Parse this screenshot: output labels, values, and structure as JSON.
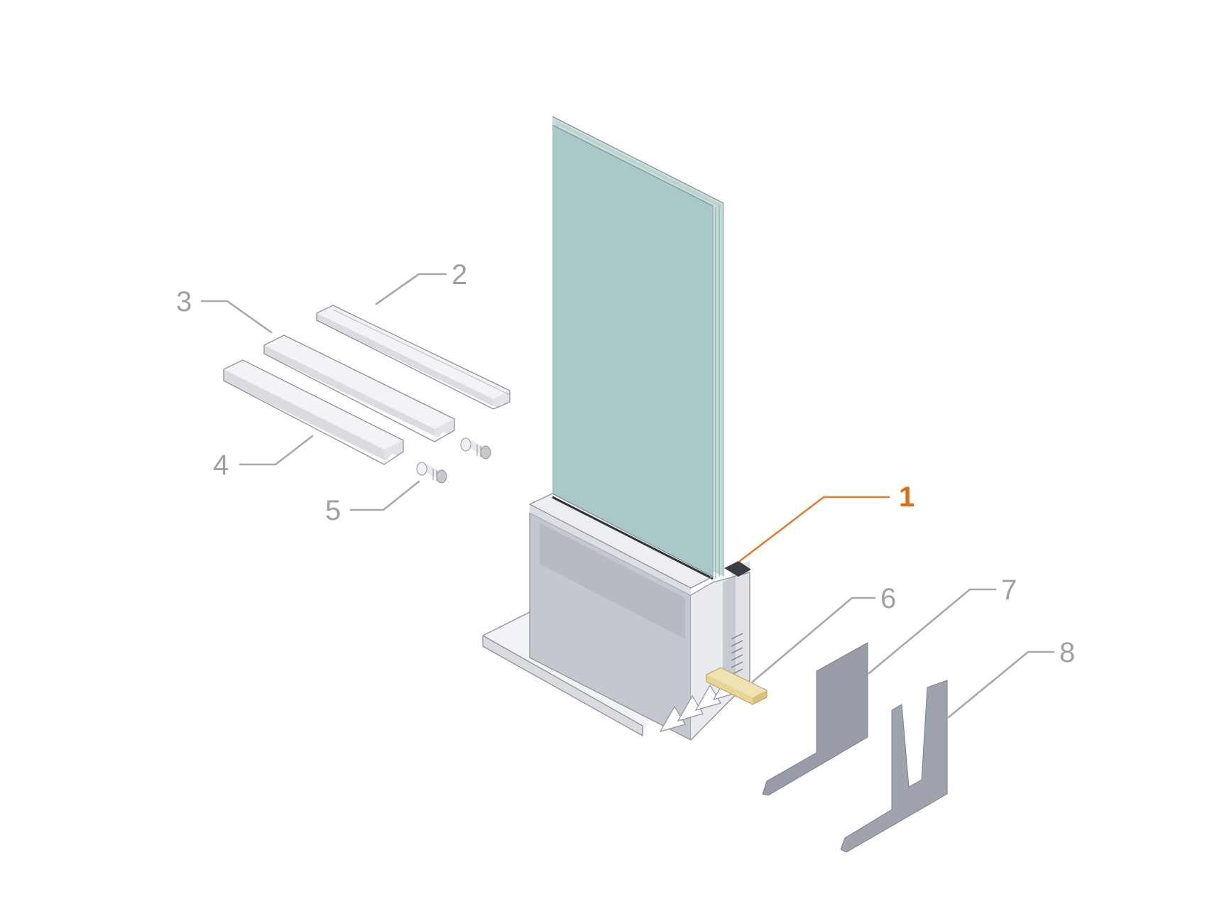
{
  "colors": {
    "background": "#ffffff",
    "glass": "#a9c8c8",
    "glass_edge": "#c9dedb",
    "aluminium_light": "#eef0f3",
    "aluminium_mid": "#c9ccd3",
    "aluminium_dark": "#aeb1bb",
    "shim_plate": "#989ca8",
    "packer": "#e7d59a",
    "label_muted": "#a0a0a0",
    "label_highlight": "#e06b16",
    "leader_highlight": "#e07d30"
  },
  "components": [
    {
      "id": "1",
      "label": "1",
      "highlighted": true
    },
    {
      "id": "2",
      "label": "2",
      "highlighted": false
    },
    {
      "id": "3",
      "label": "3",
      "highlighted": false
    },
    {
      "id": "4",
      "label": "4",
      "highlighted": false
    },
    {
      "id": "5",
      "label": "5",
      "highlighted": false
    },
    {
      "id": "6",
      "label": "6",
      "highlighted": false
    },
    {
      "id": "7",
      "label": "7",
      "highlighted": false
    },
    {
      "id": "8",
      "label": "8",
      "highlighted": false
    }
  ]
}
